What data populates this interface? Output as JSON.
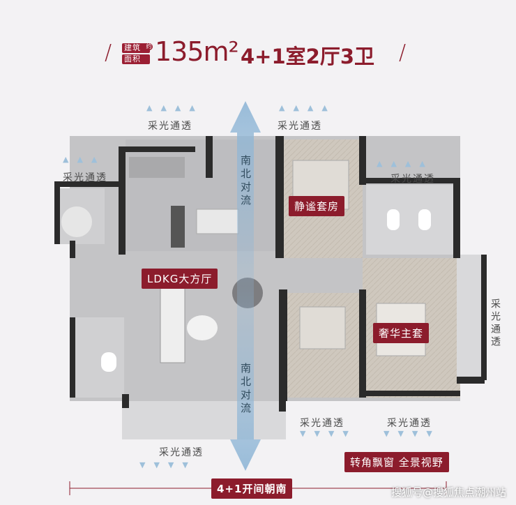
{
  "header": {
    "badge_line1": "建筑",
    "badge_line2": "面积",
    "badge_note": "约",
    "area": "135",
    "unit": "m²",
    "layout": "4+1室2厅3卫",
    "slash_left": "/",
    "slash_right": "/"
  },
  "labels": {
    "light_top_left": "采光通透",
    "light_top_mid": "采光通透",
    "light_left": "采光通透",
    "light_right_top": "采光通透",
    "light_right_vertical": "采光通透",
    "light_bottom_left": "采光通透",
    "light_bottom_mid": "采光通透",
    "light_bottom_right": "采光通透",
    "convection_top": "南北对流",
    "convection_bottom": "南北对流"
  },
  "tags": {
    "living": "LDKG大方厅",
    "quiet_suite": "静谧套房",
    "master_suite": "奢华主套",
    "bay_window": "转角飘窗 全景视野",
    "south_facing": "4+1开间朝南"
  },
  "colors": {
    "brand": "#8c1c2c",
    "wall": "#2b2b2b",
    "floor_tile": "#bfbfc1",
    "wood_floor": "#c9c2b8",
    "airflow": "#8fb6d6"
  },
  "watermark": "搜狐号@搜狐焦点潮州站"
}
